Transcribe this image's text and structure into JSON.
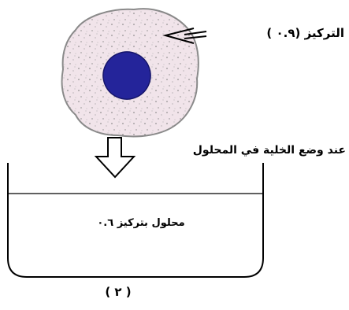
{
  "cell": {
    "concentration_label": "التركيز (۰.۹ )",
    "colors": {
      "membrane": "#8a8a8a",
      "cytoplasm": "#f1e4ea",
      "nucleus": "#24249a"
    }
  },
  "arrow": {
    "caption": "عند وضع الخلية في المحلول"
  },
  "beaker": {
    "solution_label": "محلول بتركيز ۰.٦"
  },
  "figure_number": "( ٢ )"
}
